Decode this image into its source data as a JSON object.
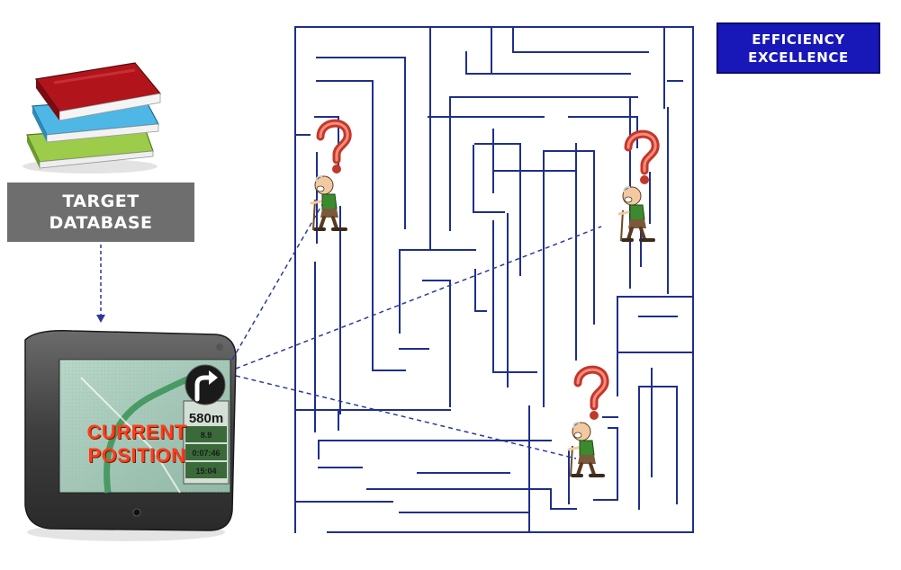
{
  "target_box": {
    "line1": "TARGET",
    "line2": "DATABASE"
  },
  "badge": {
    "line1": "EFFICIENCY",
    "line2": "EXCELLENCE"
  },
  "gps_screen": {
    "label_line1": "CURRENT",
    "label_line2": "POSITION",
    "distance": "580m",
    "readout1": "8.9",
    "readout2": "0:07:46",
    "readout3": "15:04"
  },
  "colors": {
    "maze_line": "#1f2f8a",
    "dashed_line": "#2b3a99",
    "target_box_bg": "#6e6e6e",
    "badge_bg": "#1818b8",
    "position_text": "#ff3c1a"
  },
  "icons": [
    "book-stack-icon",
    "gps-device-icon",
    "confused-man-icon",
    "question-mark-icon",
    "turn-right-arrow-icon"
  ]
}
